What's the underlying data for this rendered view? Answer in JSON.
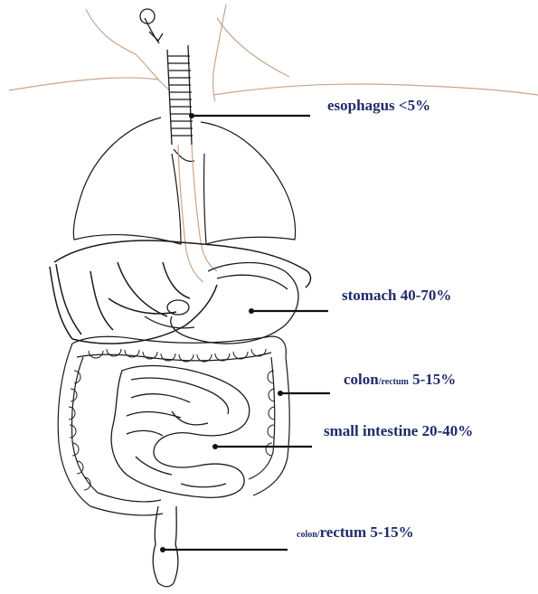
{
  "labels": {
    "esophagus": {
      "text": "esophagus <5%"
    },
    "stomach": {
      "text": "stomach 40-70%"
    },
    "colon_upper": {
      "prefix": "colon",
      "small": "/rectum",
      "suffix": " 5-15%"
    },
    "small_intestine": {
      "text": "small intestine 20-40%"
    },
    "colon_lower": {
      "small": "colon/",
      "suffix": "rectum 5-15%"
    }
  },
  "colors": {
    "label_text": "#1f2b6b",
    "outline": "#1a1a1a",
    "thin_outline": "#c9a48c",
    "leader_line": "#111111"
  }
}
